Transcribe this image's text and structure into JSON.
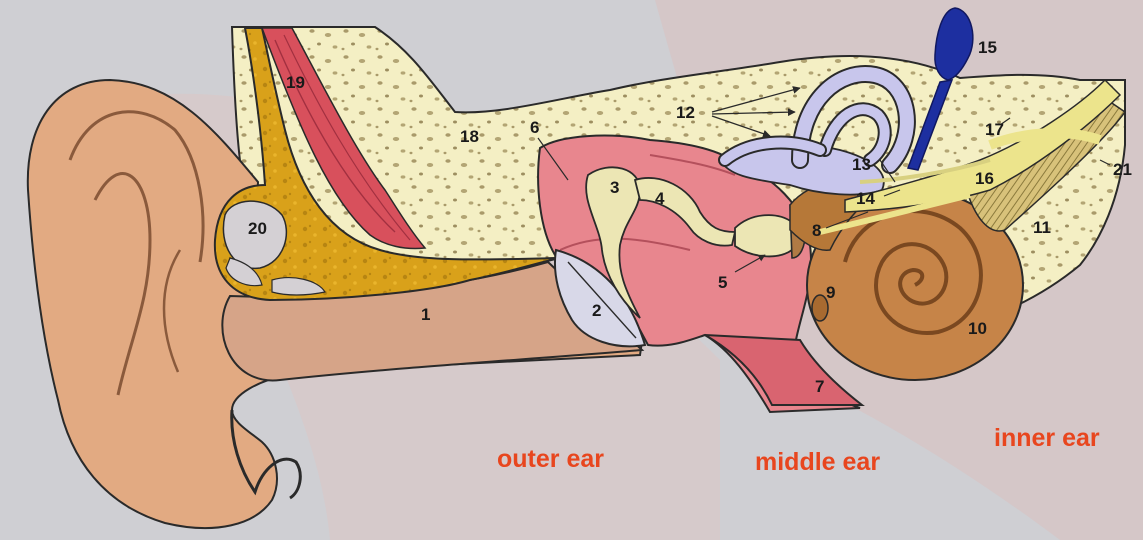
{
  "diagram": {
    "colors": {
      "background": "#cfcfd3",
      "skin": "#e2aa82",
      "bone": "#f4efc4",
      "fat": "#d9a11a",
      "muscle": "#d8505c",
      "middle_ear": "#e8868e",
      "canal_tissue": "#d6a488",
      "labyrinth": "#c8c6ec",
      "cochlea": "#c68448",
      "nerve": "#ece48c",
      "sac": "#1d2fa0",
      "region_text": "#e8461e"
    },
    "numbers": [
      "1",
      "2",
      "3",
      "4",
      "5",
      "6",
      "7",
      "8",
      "9",
      "10",
      "11",
      "12",
      "13",
      "14",
      "15",
      "16",
      "17",
      "18",
      "19",
      "20",
      "21"
    ],
    "regions": [
      "outer ear",
      "middle ear",
      "inner ear"
    ]
  }
}
